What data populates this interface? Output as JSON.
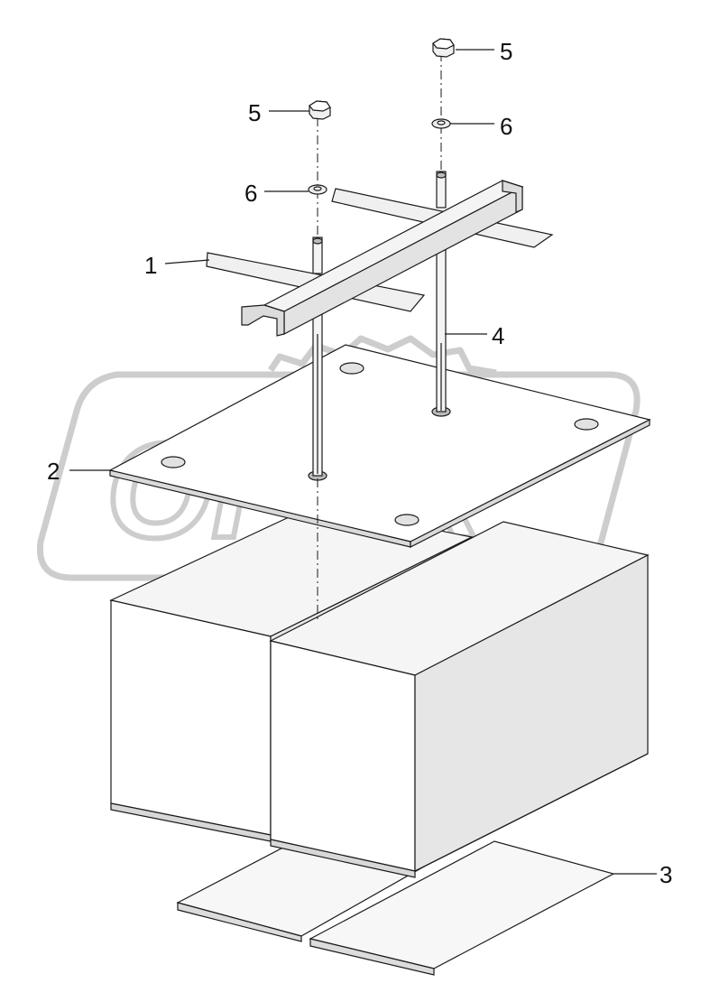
{
  "watermark": {
    "text": "OPEX"
  },
  "callouts": [
    {
      "id": "c1",
      "label": "1"
    },
    {
      "id": "c2",
      "label": "2"
    },
    {
      "id": "c3",
      "label": "3"
    },
    {
      "id": "c4",
      "label": "4"
    },
    {
      "id": "c5a",
      "label": "5"
    },
    {
      "id": "c5b",
      "label": "5"
    },
    {
      "id": "c6a",
      "label": "6"
    },
    {
      "id": "c6b",
      "label": "6"
    }
  ],
  "colors": {
    "line": "#1a1a1a",
    "face_light": "#ffffff",
    "face_mid": "#f0f0f0",
    "face_dark": "#dedede",
    "watermark": "#c8c8c8"
  }
}
